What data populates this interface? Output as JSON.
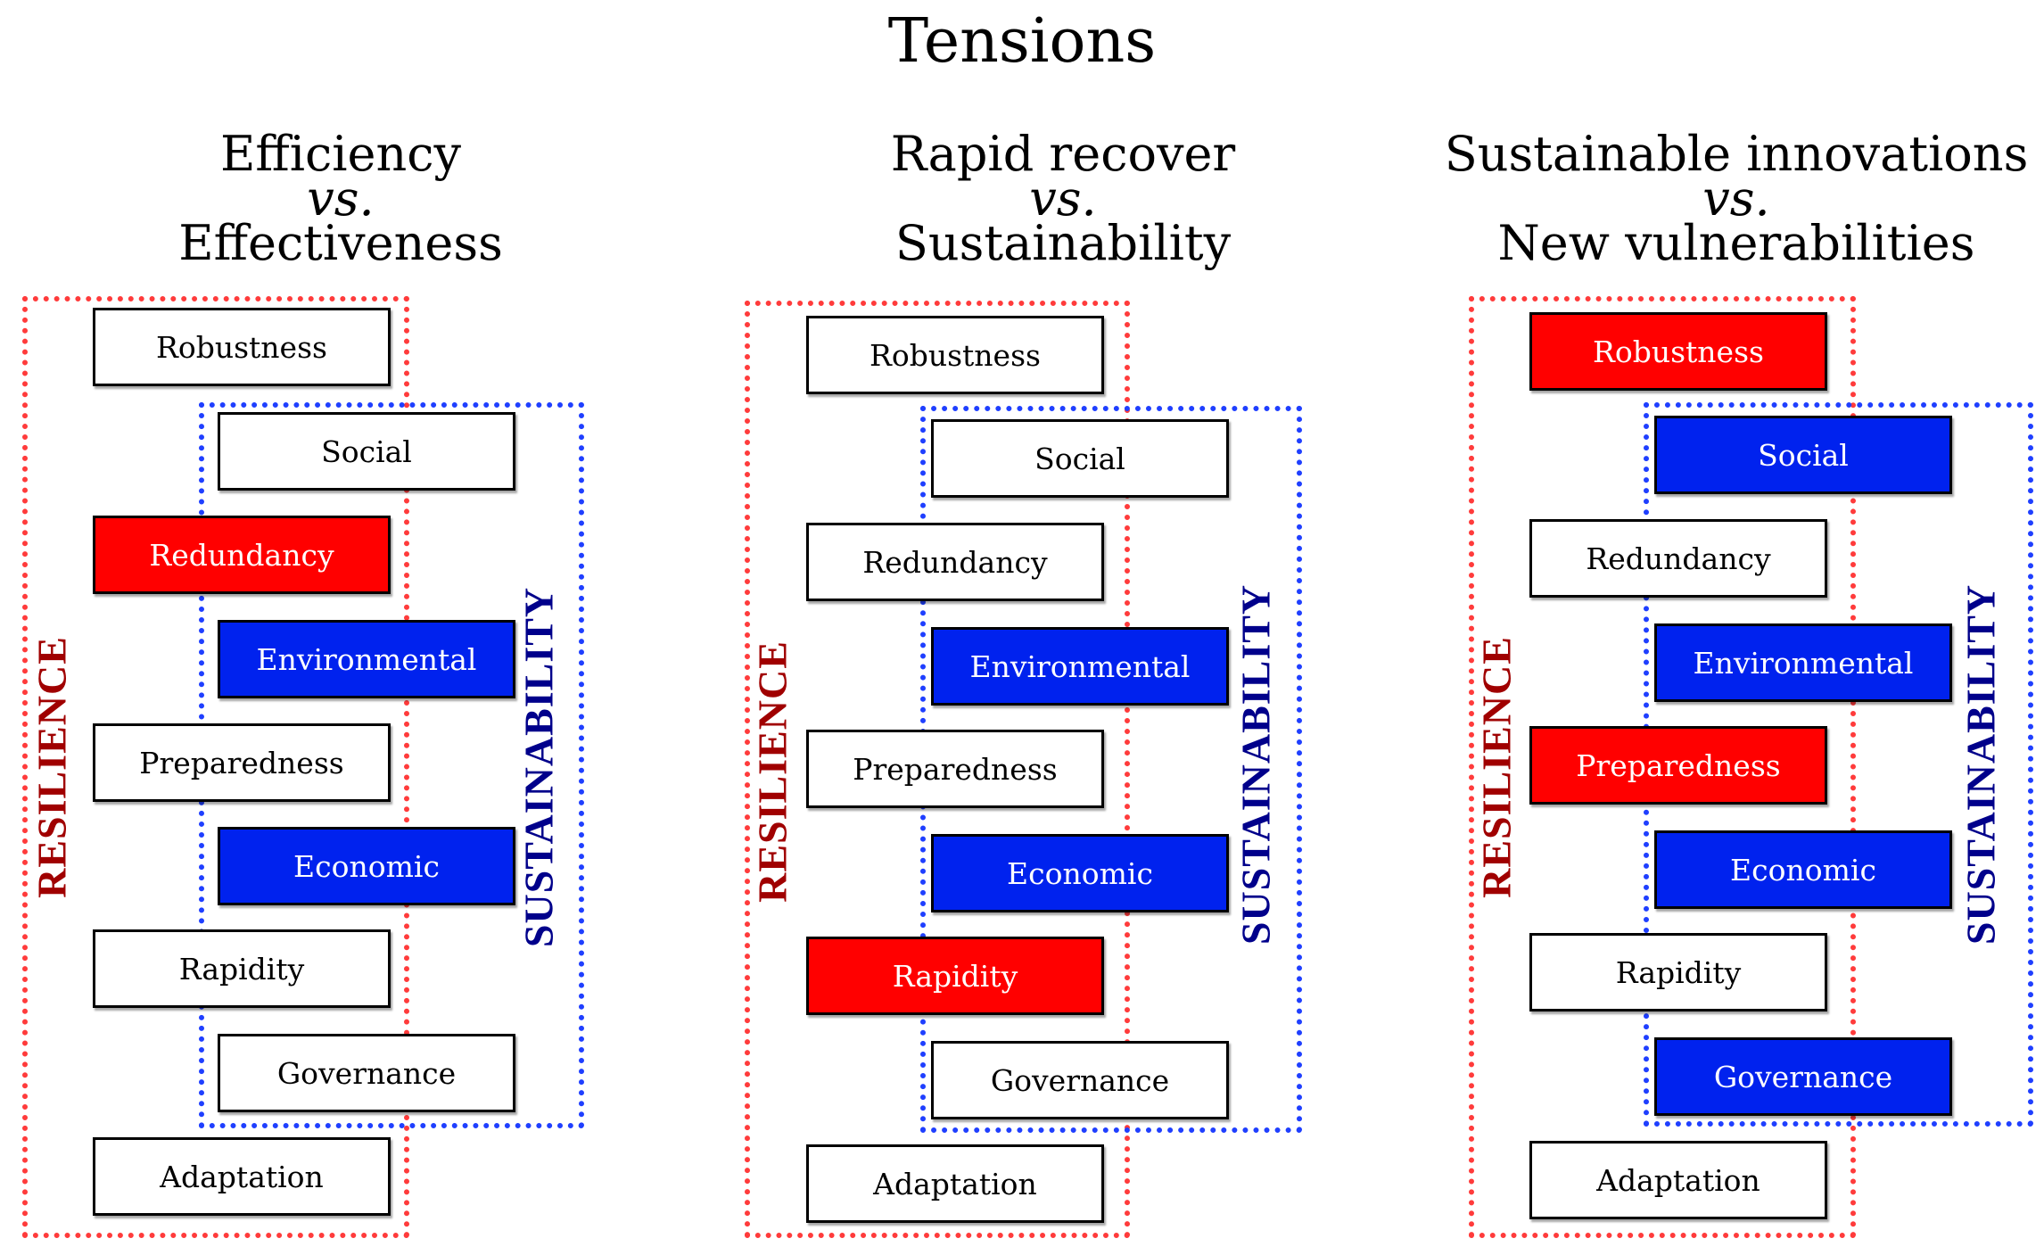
{
  "title": "Tensions",
  "labels": {
    "resilience": "RESILIENCE",
    "sustainability": "SUSTAINABILITY"
  },
  "colors": {
    "resilience_highlight": "#ff0000",
    "sustainability_highlight": "#0022ee",
    "resilience_frame": "#ff3b3b",
    "sustainability_frame": "#1f3fff"
  },
  "panels": [
    {
      "heading": {
        "line1": "Efficiency",
        "vs": "vs.",
        "line2": "Effectiveness"
      },
      "resilience_items": [
        {
          "label": "Robustness",
          "highlight": false
        },
        {
          "label": "Redundancy",
          "highlight": true
        },
        {
          "label": "Preparedness",
          "highlight": false
        },
        {
          "label": "Rapidity",
          "highlight": false
        },
        {
          "label": "Adaptation",
          "highlight": false
        }
      ],
      "sustainability_items": [
        {
          "label": "Social",
          "highlight": false
        },
        {
          "label": "Environmental",
          "highlight": true
        },
        {
          "label": "Economic",
          "highlight": true
        },
        {
          "label": "Governance",
          "highlight": false
        }
      ]
    },
    {
      "heading": {
        "line1": "Rapid recover",
        "vs": "vs.",
        "line2": "Sustainability"
      },
      "resilience_items": [
        {
          "label": "Robustness",
          "highlight": false
        },
        {
          "label": "Redundancy",
          "highlight": false
        },
        {
          "label": "Preparedness",
          "highlight": false
        },
        {
          "label": "Rapidity",
          "highlight": true
        },
        {
          "label": "Adaptation",
          "highlight": false
        }
      ],
      "sustainability_items": [
        {
          "label": "Social",
          "highlight": false
        },
        {
          "label": "Environmental",
          "highlight": true
        },
        {
          "label": "Economic",
          "highlight": true
        },
        {
          "label": "Governance",
          "highlight": false
        }
      ]
    },
    {
      "heading": {
        "line1": "Sustainable innovations",
        "vs": "vs.",
        "line2": "New vulnerabilities"
      },
      "resilience_items": [
        {
          "label": "Robustness",
          "highlight": true
        },
        {
          "label": "Redundancy",
          "highlight": false
        },
        {
          "label": "Preparedness",
          "highlight": true
        },
        {
          "label": "Rapidity",
          "highlight": false
        },
        {
          "label": "Adaptation",
          "highlight": false
        }
      ],
      "sustainability_items": [
        {
          "label": "Social",
          "highlight": true
        },
        {
          "label": "Environmental",
          "highlight": true
        },
        {
          "label": "Economic",
          "highlight": true
        },
        {
          "label": "Governance",
          "highlight": true
        }
      ]
    }
  ]
}
